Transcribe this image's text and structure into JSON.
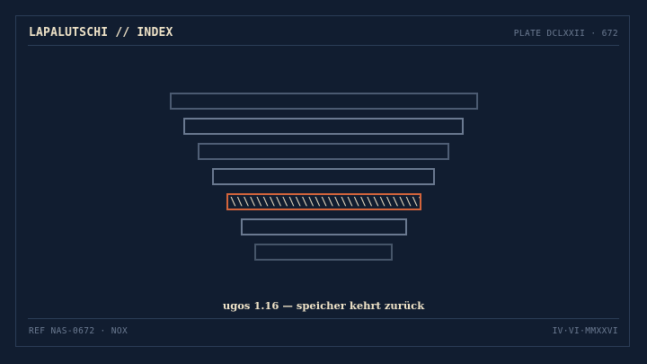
{
  "header": {
    "title": "LAPALUTSCHI // INDEX",
    "plate": "PLATE DCLXXII · 672"
  },
  "footer": {
    "ref": "REF NAS-0672 · NOX",
    "date": "IV·VI·MMXXVI"
  },
  "diagram": {
    "hatch_text": "\\\\\\\\\\\\\\\\\\\\\\\\\\\\\\\\\\\\\\\\\\\\\\\\\\\\\\\\\\\\\\\\\\\\\\\\",
    "caption": "ugos 1.16 — speicher kehrt zurück"
  },
  "colors": {
    "background": "#111d30",
    "frame": "#2b3d57",
    "layer_outline": "#5d6c83",
    "accent": "#d3643b",
    "title_text": "#efe3c8",
    "muted_text": "#6c7b92"
  }
}
